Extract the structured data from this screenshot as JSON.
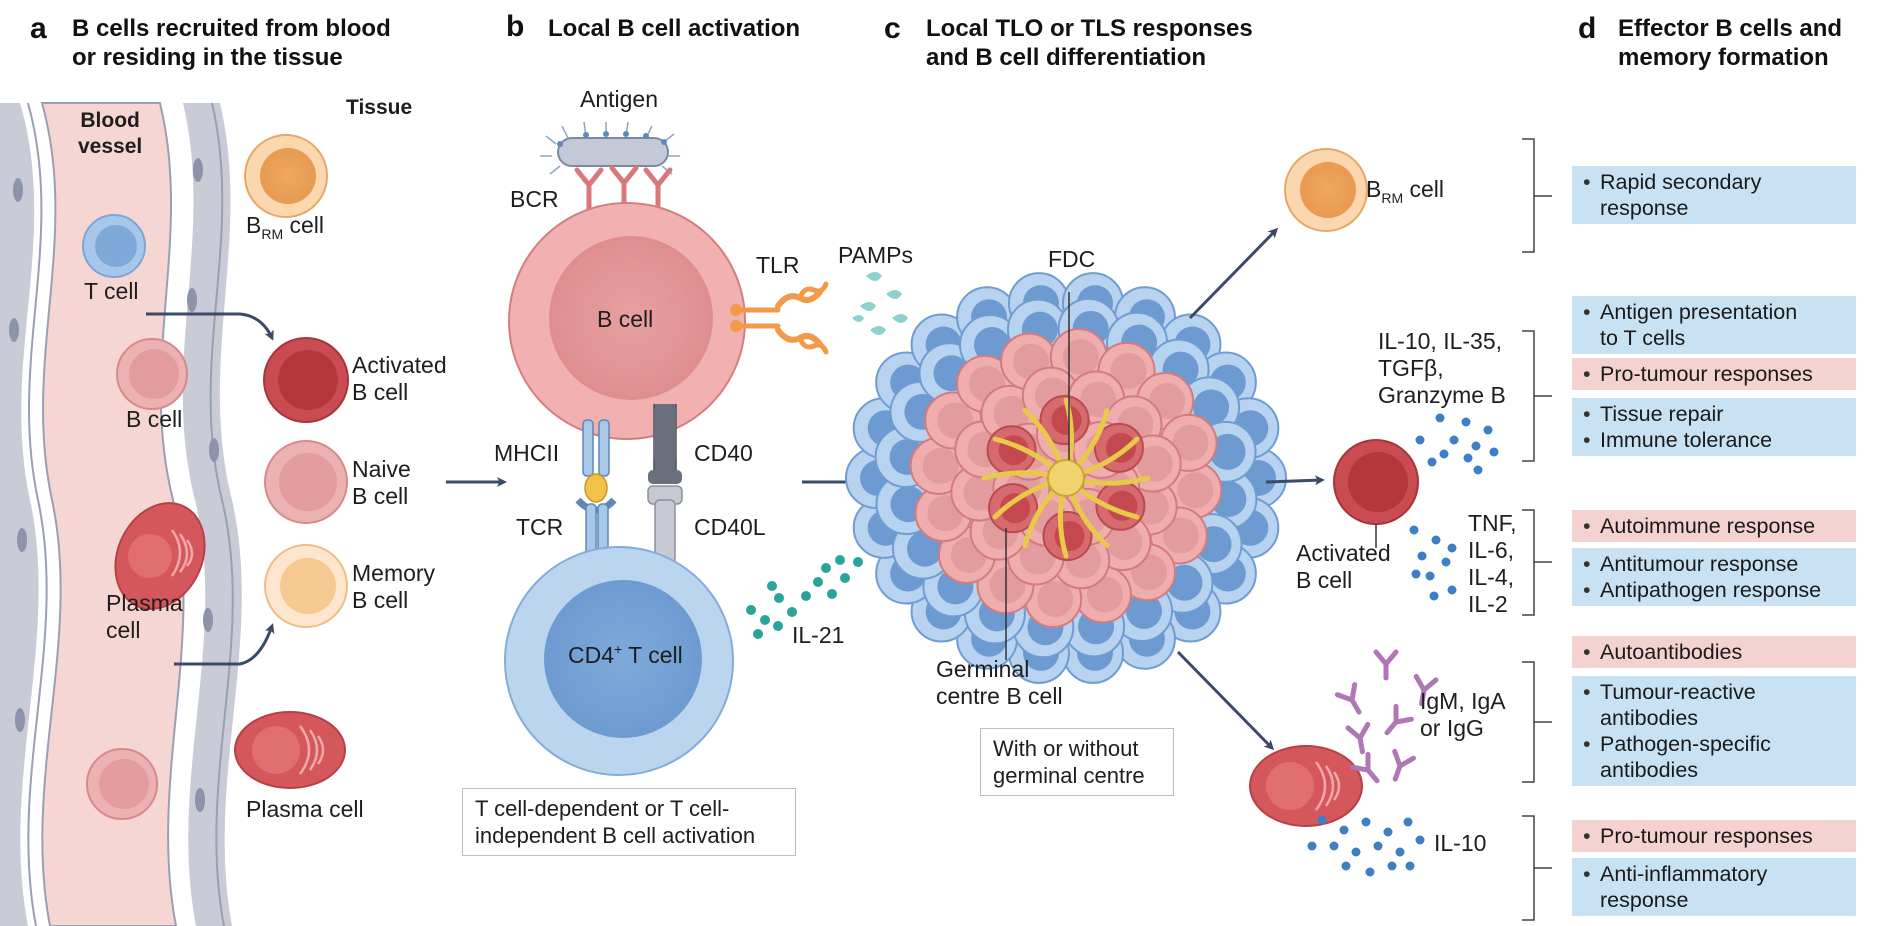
{
  "panels": {
    "a": {
      "letter": "a",
      "title": "B cells recruited from blood\nor residing in the tissue"
    },
    "b": {
      "letter": "b",
      "title": "Local B cell activation"
    },
    "c": {
      "letter": "c",
      "title": "Local TLO or TLS responses\nand B cell differentiation"
    },
    "d": {
      "letter": "d",
      "title": "Effector B cells and\nmemory formation"
    }
  },
  "labels": {
    "blood_vessel": "Blood\nvessel",
    "tissue": "Tissue",
    "t_cell": "T cell",
    "b_cell_vessel": "B cell",
    "plasma_cell_vessel": "Plasma\ncell",
    "brm_main": "B",
    "brm_sub": "RM",
    "brm_suffix": " cell",
    "activated_b_cell": "Activated\nB cell",
    "naive_b_cell": "Naive\nB cell",
    "memory_b_cell": "Memory\nB cell",
    "plasma_cell_tissue": "Plasma cell",
    "antigen": "Antigen",
    "bcr": "BCR",
    "tlr": "TLR",
    "pamps": "PAMPs",
    "b_cell_big": "B cell",
    "mhcii": "MHCII",
    "cd40": "CD40",
    "tcr": "TCR",
    "cd40l": "CD40L",
    "cd4_main": "CD4",
    "cd4_sup": "+",
    "cd4_suffix": " T cell",
    "il21": "IL-21",
    "activation_box": "T cell-dependent or T cell-\nindependent B cell activation",
    "fdc": "FDC",
    "germinal_centre_b_cell": "Germinal\ncentre B cell",
    "gc_box": "With or without\ngerminal centre",
    "brm_right_main": "B",
    "brm_right_sub": "RM",
    "brm_right_suffix": " cell",
    "cytokines_1": "IL-10, IL-35,\nTGFβ,\nGranzyme B",
    "activated_b_cell_right": "Activated\nB cell",
    "cytokines_2": "TNF,\nIL-6,\nIL-4,\nIL-2",
    "antibodies": "IgM, IgA\nor IgG",
    "il10": "IL-10"
  },
  "effects": [
    {
      "kind": "blue",
      "items": [
        "Rapid secondary\nresponse"
      ]
    },
    {
      "kind": "blue",
      "items": [
        "Antigen presentation\nto T cells"
      ]
    },
    {
      "kind": "pink",
      "items": [
        "Pro-tumour responses"
      ]
    },
    {
      "kind": "blue",
      "items": [
        "Tissue repair",
        "Immune tolerance"
      ]
    },
    {
      "kind": "pink",
      "items": [
        "Autoimmune response"
      ]
    },
    {
      "kind": "blue",
      "items": [
        "Antitumour response",
        "Antipathogen response"
      ]
    },
    {
      "kind": "pink",
      "items": [
        "Autoantibodies"
      ]
    },
    {
      "kind": "blue",
      "items": [
        "Tumour-reactive\nantibodies",
        "Pathogen-specific\nantibodies"
      ]
    },
    {
      "kind": "pink",
      "items": [
        "Pro-tumour responses"
      ]
    },
    {
      "kind": "blue",
      "items": [
        "Anti-inflammatory\nresponse"
      ]
    }
  ],
  "colors": {
    "vessel_fill": "#f7d9d6",
    "vessel_wall": "#c7ccd8",
    "b_cell_pink": "#e38f90",
    "activated_red": "#c0393e",
    "memory_orange": "#f6c892",
    "t_cell_blue": "#8fb7e2",
    "arrow": "#3b4a66",
    "fdc_yellow": "#e9c94a",
    "antibody_purple": "#b077b7",
    "cytokine_blue": "#3f7fc1",
    "il21_teal": "#2aa39a",
    "effect_blue": "#c8e2f3",
    "effect_pink": "#f4d2cf"
  }
}
